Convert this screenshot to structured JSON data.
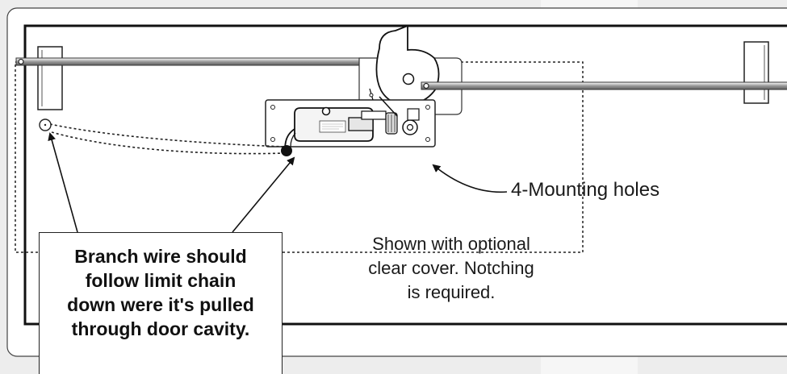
{
  "callout": {
    "lines": [
      "Branch wire should",
      "follow limit chain",
      "down were it's pulled",
      "through door cavity."
    ]
  },
  "labels": {
    "mounting_holes": "4-Mounting holes"
  },
  "note": {
    "lines": [
      "Shown with optional",
      "clear cover.  Notching",
      "is required."
    ]
  }
}
